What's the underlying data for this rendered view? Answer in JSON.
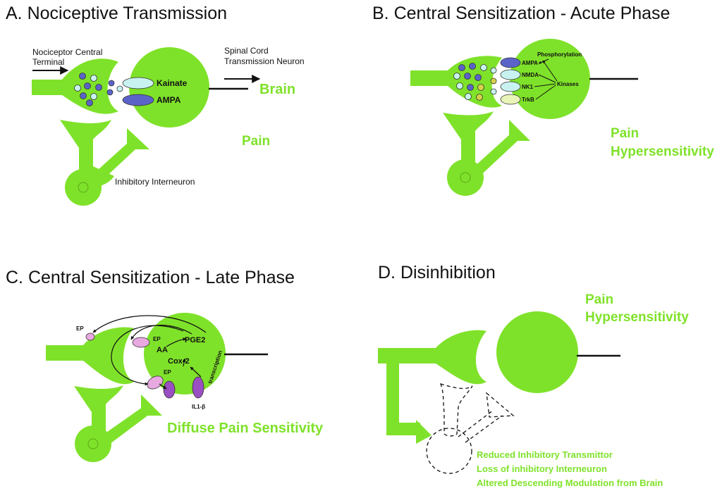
{
  "colors": {
    "neuron": "#7fe22a",
    "green_text": "#7fe22a",
    "dark_blue": "#5b63c8",
    "light_cyan": "#c8f2f0",
    "pink": "#e8a8e0",
    "purple": "#9a4fc2",
    "yellow": "#d6d24a"
  },
  "panelA": {
    "title": "A.  Nociceptive Transmission",
    "nociceptor_line1": "Nociceptor Central",
    "nociceptor_line2": "Terminal",
    "spinal_line1": "Spinal Cord",
    "spinal_line2": "Transmission Neuron",
    "kainate": "Kainate",
    "ampa": "AMPA",
    "brain": "Brain",
    "pain": "Pain",
    "interneuron": "Inhibitory Interneuron"
  },
  "panelB": {
    "title": "B.  Central Sensitization - Acute Phase",
    "phosphorylation": "Phosphorylation",
    "ampa": "AMPA",
    "nmda": "NMDA",
    "nk1": "NK1",
    "trkb": "TrkB",
    "kinases": "Kinases",
    "result_line1": "Pain",
    "result_line2": "Hypersensitivity"
  },
  "panelC": {
    "title": "C.  Central Sensitization - Late Phase",
    "ep_outer": "EP",
    "ep_inner": "EP",
    "ep_lower": "EP",
    "aa": "AA",
    "pge2": "PGE2",
    "cox2": "Cox-2",
    "transcription": "transcription",
    "il1b": "IL1-β",
    "result": "Diffuse Pain Sensitivity"
  },
  "panelD": {
    "title": "D.  Disinhibition",
    "result_line1": "Pain",
    "result_line2": "Hypersensitivity",
    "reason1": "Reduced Inhibitory Transmittor",
    "reason2": "Loss of inhibitory Interneuron",
    "reason3": "Altered Descending Modulation from Brain"
  }
}
